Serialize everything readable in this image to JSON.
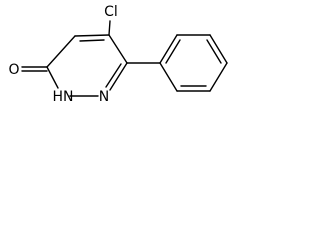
{
  "molecule": {
    "atoms": {
      "chlorine": "Cl",
      "oxygen": "O",
      "ring_nitrogen": "N",
      "nh_group": "HN"
    }
  },
  "colors": {
    "bond": "#000000",
    "label": "#000000",
    "background": "#ffffff"
  }
}
